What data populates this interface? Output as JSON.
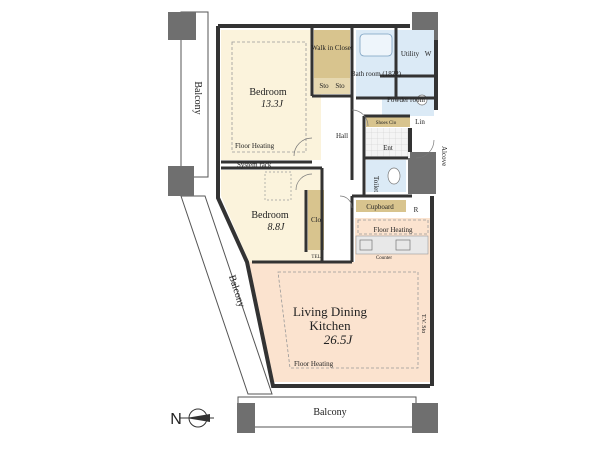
{
  "colors": {
    "wall": "#333333",
    "bedroom_floor": "#fbf3dc",
    "ldk_floor": "#fbe3cf",
    "wet_area": "#dbeaf6",
    "closet": "#d8c48e",
    "balcony": "#ffffff",
    "column": "#6f6f6f"
  },
  "rooms": {
    "bedroom1": {
      "name": "Bedroom",
      "size": "13.3J",
      "floor_heating": "Floor Heating"
    },
    "walk_in_closet": "Walk in Closet",
    "sto": "Sto",
    "bath": "Bath room (1822)",
    "utility": "Utility",
    "washer": "W",
    "powder": "Powder room",
    "shoes_closet": "Shoes Clo",
    "linen": "Lin",
    "hall": "Hall",
    "entrance": "Ent",
    "alcove": "Alcove",
    "toilet": "Toilet",
    "system_rack": "System rack",
    "bedroom2": {
      "name": "Bedroom",
      "size": "8.8J"
    },
    "clo": "Clo",
    "tel": "TEL",
    "cupboard": "Cupboard",
    "fridge": "R",
    "kitchen_floor_heating": "Floor Heating",
    "counter": "Counter",
    "ldk": {
      "name_line1": "Living Dining",
      "name_line2": "Kitchen",
      "size": "26.5J",
      "floor_heating": "Floor Heating"
    },
    "tv_sto": "T.V. Sto"
  },
  "balconies": {
    "west": "Balcony",
    "southwest": "Balcony",
    "south": "Balcony"
  },
  "compass": {
    "letter": "N",
    "icon": "north-arrow-icon"
  }
}
